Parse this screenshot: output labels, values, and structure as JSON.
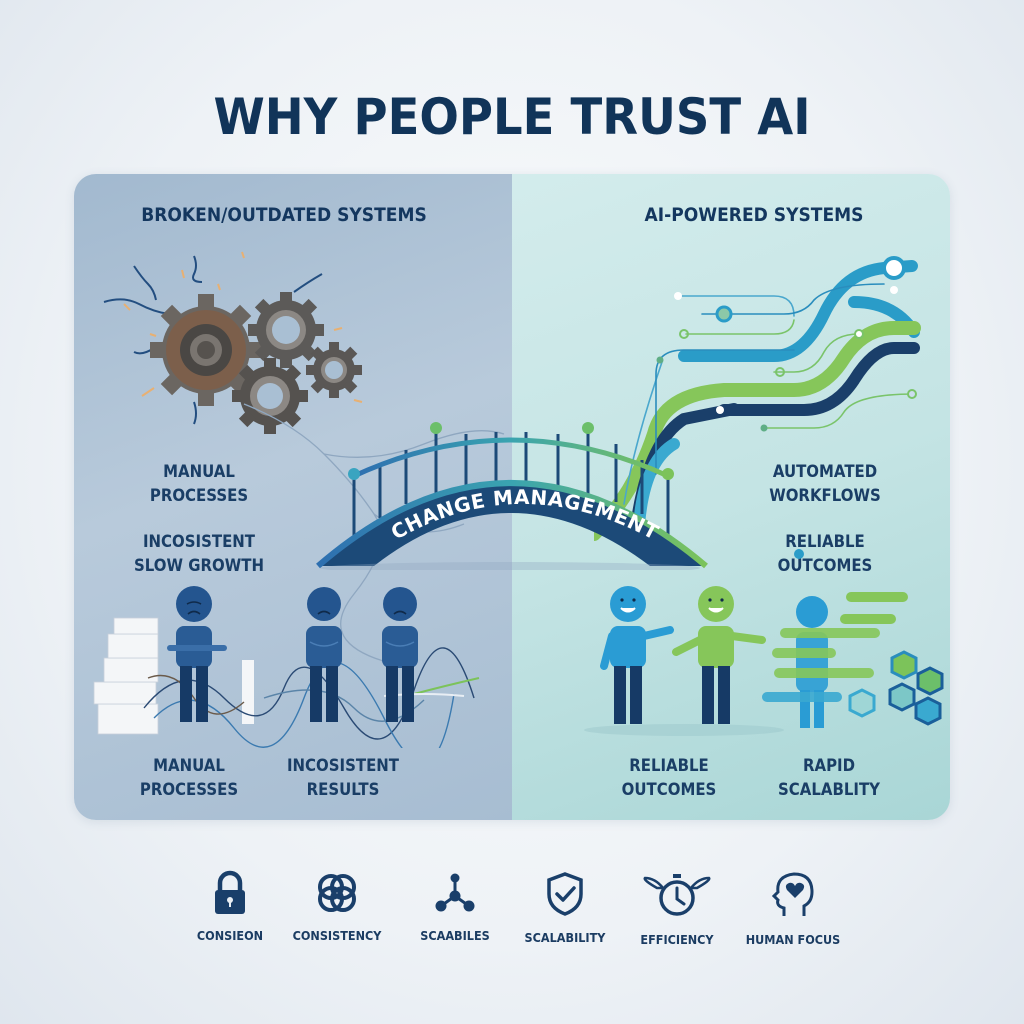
{
  "page": {
    "title": "WHY PEOPLE TRUST AI"
  },
  "left_panel": {
    "heading": "BROKEN/OUTDATED SYSTEMS",
    "background": "#a6bdd2",
    "mid_labels": [
      {
        "line1": "MANUAL",
        "line2": "PROCESSES"
      },
      {
        "line1": "INCOSISTENT",
        "line2": "SLOW GROWTH"
      }
    ],
    "bottom_labels": [
      {
        "line1": "MANUAL",
        "line2": "PROCESSES"
      },
      {
        "line1": "INCOSISTENT",
        "line2": "RESULTS"
      }
    ],
    "illustrations": [
      "rusty-gears",
      "frustrated-people",
      "tangled-cables",
      "paper-stacks"
    ]
  },
  "right_panel": {
    "heading": "AI-POWERED SYSTEMS",
    "background": "#c3e3e3",
    "mid_labels": [
      {
        "line1": "AUTOMATED",
        "line2": "WORKFLOWS"
      },
      {
        "line1": "RELIABLE",
        "line2": "OUTCOMES"
      }
    ],
    "bottom_labels": [
      {
        "line1": "RELIABLE",
        "line2": "OUTCOMES"
      },
      {
        "line1": "RAPID",
        "line2": "SCALABLITY"
      }
    ],
    "illustrations": [
      "flowing-data-lines",
      "happy-people",
      "data-bars",
      "hexagons"
    ]
  },
  "bridge": {
    "label": "CHANGE MANAGEMENT",
    "colors": {
      "deck": "#1c4a78",
      "rail_left": "#2e6fb0",
      "rail_right": "#7cc35a"
    }
  },
  "icons": [
    {
      "name": "lock-icon",
      "label": "CONSIEON"
    },
    {
      "name": "interlocked-rings-icon",
      "label": "CONSISTENCY"
    },
    {
      "name": "network-nodes-icon",
      "label": "SCAABILES"
    },
    {
      "name": "shield-check-icon",
      "label": "SCALABILITY"
    },
    {
      "name": "winged-stopwatch-icon",
      "label": "EFFICIENCY"
    },
    {
      "name": "head-heart-icon",
      "label": "HUMAN FOCUS"
    }
  ],
  "colors": {
    "navy_text": "#14375f",
    "accent_blue": "#2a9cc8",
    "accent_green": "#86c65a",
    "accent_navy": "#1a3f6a"
  }
}
